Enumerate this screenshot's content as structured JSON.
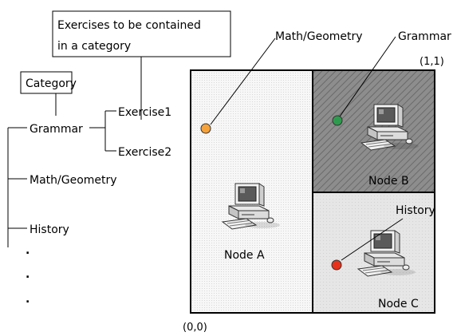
{
  "tree": {
    "callout": [
      "Exercises to be contained",
      "in a category"
    ],
    "category_label": "Category",
    "root_items": [
      "Grammar",
      "Math/Geometry",
      "History"
    ],
    "exercises": [
      "Exercise1",
      "Exercise2"
    ],
    "ellipsis": [
      ".",
      ".",
      "."
    ]
  },
  "space": {
    "corner_top_right": "(1,1)",
    "corner_bottom_left": "(0,0)",
    "nodes": [
      "Node A",
      "Node B",
      "Node C"
    ],
    "points": [
      {
        "label": "Math/Geometry",
        "color": "#f5a23a"
      },
      {
        "label": "Grammar",
        "color": "#2e9a4e"
      },
      {
        "label": "History",
        "color": "#e8321c"
      }
    ]
  },
  "colors": {
    "nodeA_fill": "#f3f3f3",
    "nodeB_fill": "#8a8a8a",
    "nodeC_fill": "#e2e2e2"
  }
}
